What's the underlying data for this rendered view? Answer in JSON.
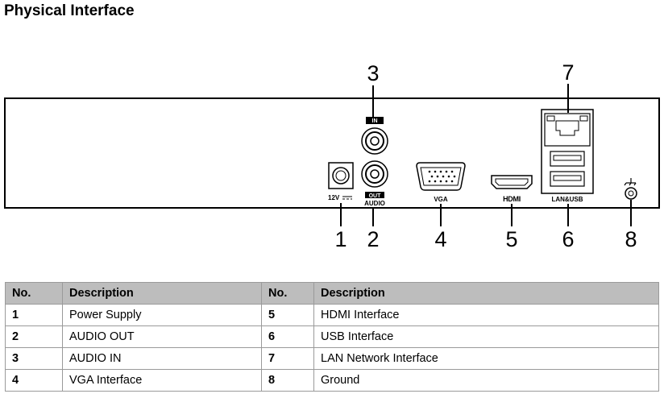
{
  "title": "Physical Interface",
  "panel_labels": {
    "power": "12V",
    "audio_in_tag": "IN",
    "audio_out_tag": "OUT",
    "audio": "AUDIO",
    "vga": "VGA",
    "hdmi": "HDMI",
    "lan_usb": "LAN&USB"
  },
  "callouts": {
    "c1": "1",
    "c2": "2",
    "c3": "3",
    "c4": "4",
    "c5": "5",
    "c6": "6",
    "c7": "7",
    "c8": "8"
  },
  "table": {
    "headers": [
      "No.",
      "Description",
      "No.",
      "Description"
    ],
    "rows": [
      {
        "no1": "1",
        "desc1": "Power Supply",
        "no2": "5",
        "desc2": "HDMI Interface"
      },
      {
        "no1": "2",
        "desc1": "AUDIO OUT",
        "no2": "6",
        "desc2": "USB Interface"
      },
      {
        "no1": "3",
        "desc1": "AUDIO IN",
        "no2": "7",
        "desc2": "LAN Network Interface"
      },
      {
        "no1": "4",
        "desc1": "VGA Interface",
        "no2": "8",
        "desc2": "Ground"
      }
    ]
  }
}
